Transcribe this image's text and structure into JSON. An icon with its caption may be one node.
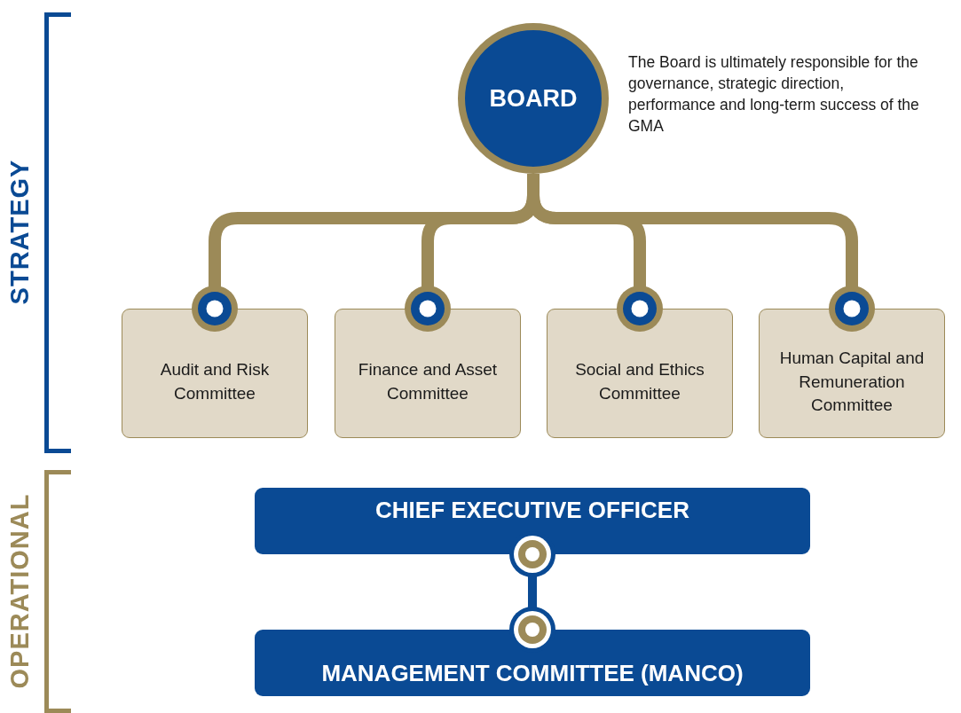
{
  "diagram": {
    "nodes": [
      {
        "text": [
          "BOARD"
        ],
        "beside": [
          "The Board is ultimately responsible for the governance, strategic direction, performance and long-term success of the GMA"
        ]
      },
      {
        "text": [
          "Audit and Risk Committee"
        ]
      },
      {
        "text": [
          "Finance and Asset Committee"
        ]
      },
      {
        "text": [
          "Social and Ethics Committee"
        ]
      },
      {
        "text": [
          "Human Capital and Remuneration Committee"
        ]
      },
      {
        "text": [
          "CHIEF EXECUTIVE OFFICER"
        ]
      },
      {
        "text": [
          "MANAGEMENT COMMITTEE (MANCO)"
        ]
      }
    ],
    "edges": [
      {
        "from": 0,
        "to": 1,
        "arrow": "other"
      },
      {
        "from": 0,
        "to": 2,
        "arrow": "other"
      },
      {
        "from": 0,
        "to": 3,
        "arrow": "other"
      },
      {
        "from": 0,
        "to": 4,
        "arrow": "other"
      },
      {
        "from": 5,
        "to": 6,
        "arrow": "other",
        "color": "#0a4a94"
      }
    ],
    "labels": [
      "STRATEGY",
      "OPERATIONAL"
    ]
  }
}
